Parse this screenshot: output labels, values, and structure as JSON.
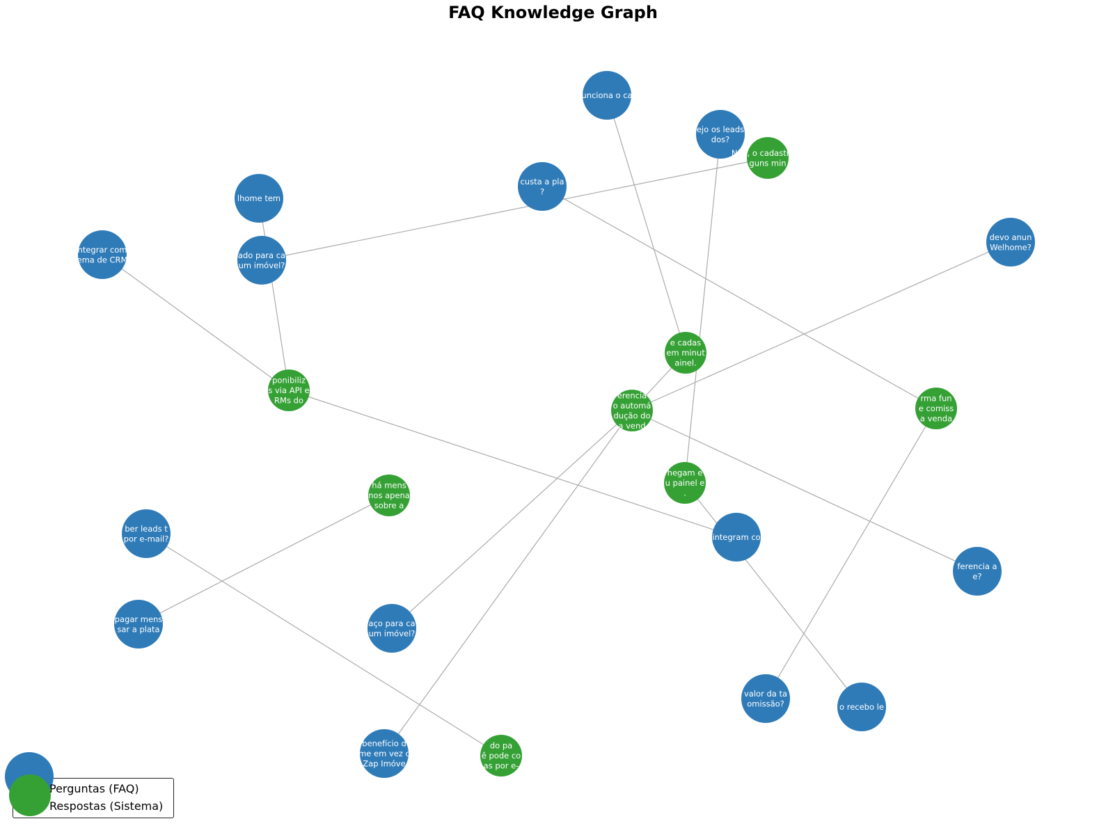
{
  "title": "FAQ Knowledge Graph",
  "colors": {
    "question": "#2f7bb8",
    "answer": "#35a135",
    "edge": "#aaaaaa"
  },
  "legend": {
    "question_label": "Perguntas (FAQ)",
    "answer_label": "Respostas (Sistema)"
  },
  "nodes": [
    {
      "id": "q1",
      "kind": "question",
      "lines": [
        "unciona o ca"
      ]
    },
    {
      "id": "q2",
      "kind": "question",
      "lines": [
        "ejo os leads",
        "dos?"
      ]
    },
    {
      "id": "q3",
      "kind": "question",
      "lines": [
        "custa a pla",
        "?"
      ]
    },
    {
      "id": "q4",
      "kind": "question",
      "lines": [
        "lhome tem"
      ]
    },
    {
      "id": "q5",
      "kind": "question",
      "lines": [
        "ntegrar com",
        "ema de CRM"
      ]
    },
    {
      "id": "q6",
      "kind": "question",
      "lines": [
        "ado para ca",
        "um imóvel?"
      ]
    },
    {
      "id": "q7",
      "kind": "question",
      "lines": [
        "devo anun",
        "Welhome?"
      ]
    },
    {
      "id": "q8",
      "kind": "question",
      "lines": [
        "ber leads t",
        "por e-mail?"
      ]
    },
    {
      "id": "q9",
      "kind": "question",
      "lines": [
        "pagar mens",
        "sar a plata"
      ]
    },
    {
      "id": "q10",
      "kind": "question",
      "lines": [
        "aço para ca",
        "um imóvel?"
      ]
    },
    {
      "id": "q11",
      "kind": "question",
      "lines": [
        "integram co"
      ]
    },
    {
      "id": "q12",
      "kind": "question",
      "lines": [
        "ferencia a",
        "e?"
      ]
    },
    {
      "id": "q13",
      "kind": "question",
      "lines": [
        "valor da ta",
        "omissão?"
      ]
    },
    {
      "id": "q14",
      "kind": "question",
      "lines": [
        "o recebo le"
      ]
    },
    {
      "id": "q15",
      "kind": "question",
      "lines": [
        "benefício d",
        "me em vez c",
        "Zap Imóve"
      ]
    },
    {
      "id": "a1",
      "kind": "answer",
      "lines": [
        "Não, o cadastro le",
        "guns min"
      ]
    },
    {
      "id": "a2",
      "kind": "answer",
      "lines": [
        "e cadas",
        "em minut",
        "ainel."
      ]
    },
    {
      "id": "a3",
      "kind": "answer",
      "lines": [
        "ponibiliz",
        "s via API e",
        "RMs do"
      ]
    },
    {
      "id": "a4",
      "kind": "answer",
      "lines": [
        "erencia",
        "o automá",
        "dução do",
        "a vend"
      ]
    },
    {
      "id": "a5",
      "kind": "answer",
      "lines": [
        "rma fun",
        "e comiss",
        "a venda"
      ]
    },
    {
      "id": "a6",
      "kind": "answer",
      "lines": [
        "há mens",
        "nos apena",
        "sobre a"
      ]
    },
    {
      "id": "a7",
      "kind": "answer",
      "lines": [
        "hegam e",
        "u painel e",
        "."
      ]
    },
    {
      "id": "a8",
      "kind": "answer",
      "lines": [
        "do pa",
        "ê pode co",
        "as por e-"
      ]
    }
  ],
  "edges": [
    [
      "q1",
      "a2"
    ],
    [
      "q2",
      "a7"
    ],
    [
      "q3",
      "a5"
    ],
    [
      "q4",
      "a3"
    ],
    [
      "q5",
      "a3"
    ],
    [
      "q6",
      "a1"
    ],
    [
      "q7",
      "a4"
    ],
    [
      "q8",
      "a8"
    ],
    [
      "q9",
      "a6"
    ],
    [
      "q10",
      "a4"
    ],
    [
      "q11",
      "a3"
    ],
    [
      "q12",
      "a4"
    ],
    [
      "q13",
      "a5"
    ],
    [
      "q14",
      "a7"
    ],
    [
      "q15",
      "a4"
    ],
    [
      "a2",
      "a4"
    ]
  ]
}
